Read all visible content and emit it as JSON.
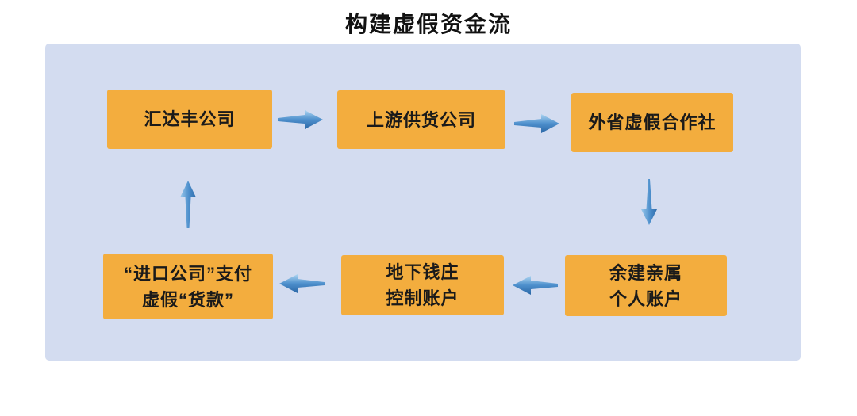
{
  "title": "构建虚假资金流",
  "colors": {
    "page_bg": "#ffffff",
    "panel_bg": "#d3dcf0",
    "node_bg": "#f3ad3e",
    "node_text": "#1a1a1a",
    "title_text": "#111111",
    "arrow_light": "#aed6f2",
    "arrow_mid": "#4d8fcc",
    "arrow_dark": "#2a66a5"
  },
  "nodes": [
    {
      "id": "huidafeng-company",
      "lines": [
        "汇达丰公司"
      ]
    },
    {
      "id": "upstream-supplier",
      "lines": [
        "上游供货公司"
      ]
    },
    {
      "id": "fake-cooperative",
      "lines": [
        "外省虚假合作社"
      ]
    },
    {
      "id": "import-company-payment",
      "lines": [
        "“进口公司”支付",
        "虚假“货款”"
      ]
    },
    {
      "id": "underground-bank-account",
      "lines": [
        "地下钱庄",
        "控制账户"
      ]
    },
    {
      "id": "relatives-personal-account",
      "lines": [
        "余建亲属",
        "个人账户"
      ]
    }
  ],
  "arrows": [
    {
      "id": "huidafeng-to-upstream",
      "direction": "right",
      "from": "huidafeng-company",
      "to": "upstream-supplier"
    },
    {
      "id": "upstream-to-cooperative",
      "direction": "right",
      "from": "upstream-supplier",
      "to": "fake-cooperative"
    },
    {
      "id": "cooperative-to-relatives",
      "direction": "down",
      "from": "fake-cooperative",
      "to": "relatives-personal-account"
    },
    {
      "id": "relatives-to-underground",
      "direction": "left",
      "from": "relatives-personal-account",
      "to": "underground-bank-account"
    },
    {
      "id": "underground-to-import",
      "direction": "left",
      "from": "underground-bank-account",
      "to": "import-company-payment"
    },
    {
      "id": "import-to-huidafeng",
      "direction": "up",
      "from": "import-company-payment",
      "to": "huidafeng-company"
    }
  ]
}
